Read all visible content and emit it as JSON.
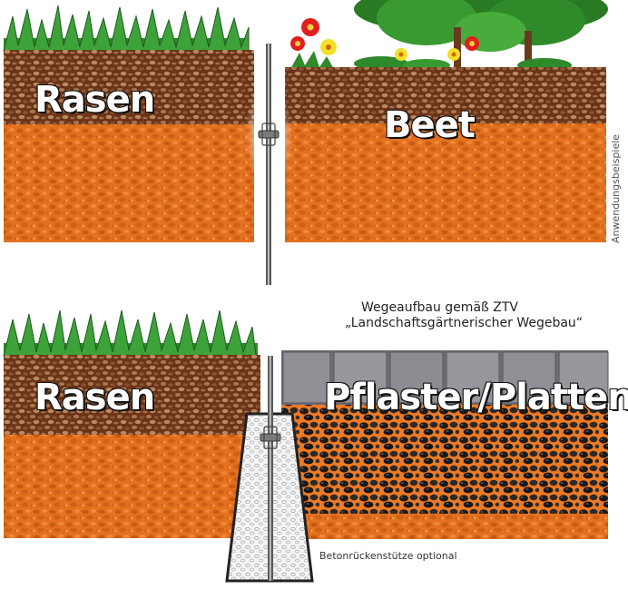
{
  "labels": {
    "top_left": "Rasen",
    "top_right": "Beet",
    "bottom_left": "Rasen",
    "bottom_right": "Pflaster/Platten"
  },
  "annotations": {
    "path_standard_line1": "Wegeaufbau gemäß ZTV",
    "path_standard_line2": "„Landschaftsgärtnerischer Wegebau“",
    "concrete_support": "Betonrückenstütze optional",
    "side_caption": "Anwendungsbeispiele"
  },
  "colors": {
    "topsoil": "#6b3418",
    "subsoil": "#e4711f",
    "gravel": "#1c1c1c",
    "paving": "#8c8c92",
    "grass": "#2f8a2c",
    "concrete": "#f2f2f2",
    "edging": "#555555"
  }
}
